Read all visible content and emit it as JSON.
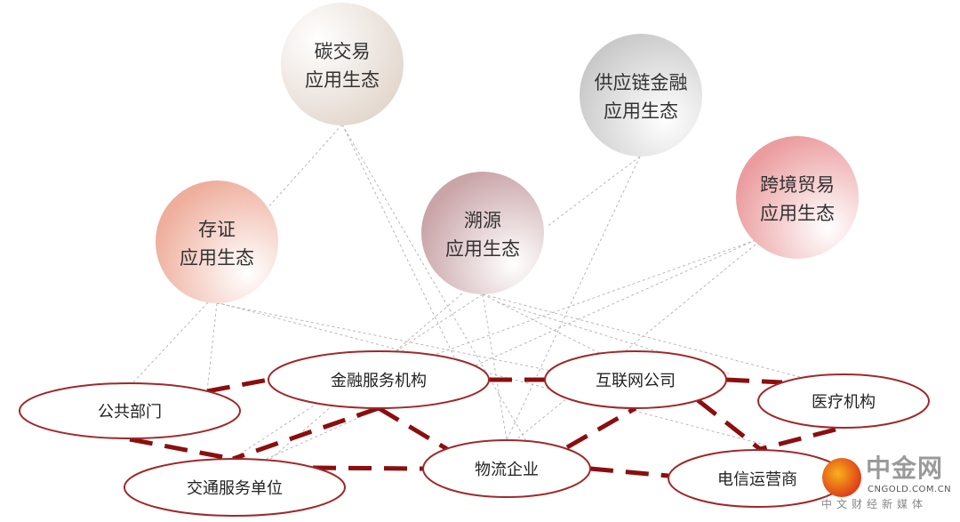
{
  "ecosystems": [
    {
      "line1": "碳交易",
      "line2": "应用生态",
      "color": "#e2d6cc"
    },
    {
      "line1": "供应链金融",
      "line2": "应用生态",
      "color": "#c6c6c6"
    },
    {
      "line1": "存证",
      "line2": "应用生态",
      "color": "#eeae9c"
    },
    {
      "line1": "溯源",
      "line2": "应用生态",
      "color": "#c9a4a8"
    },
    {
      "line1": "跨境贸易",
      "line2": "应用生态",
      "color": "#eb9c9e"
    }
  ],
  "participants": [
    {
      "label": "公共部门"
    },
    {
      "label": "金融服务机构"
    },
    {
      "label": "互联网公司"
    },
    {
      "label": "医疗机构"
    },
    {
      "label": "交通服务单位"
    },
    {
      "label": "物流企业"
    },
    {
      "label": "电信运营商"
    }
  ],
  "colors": {
    "link": "#8b0e0e",
    "outline": "#a0282a",
    "dotted": "#b8b8b8"
  },
  "logo": {
    "name": "中金网",
    "domain": "CNGOLD.COM.CN",
    "tagline": "中文财经新媒体"
  }
}
